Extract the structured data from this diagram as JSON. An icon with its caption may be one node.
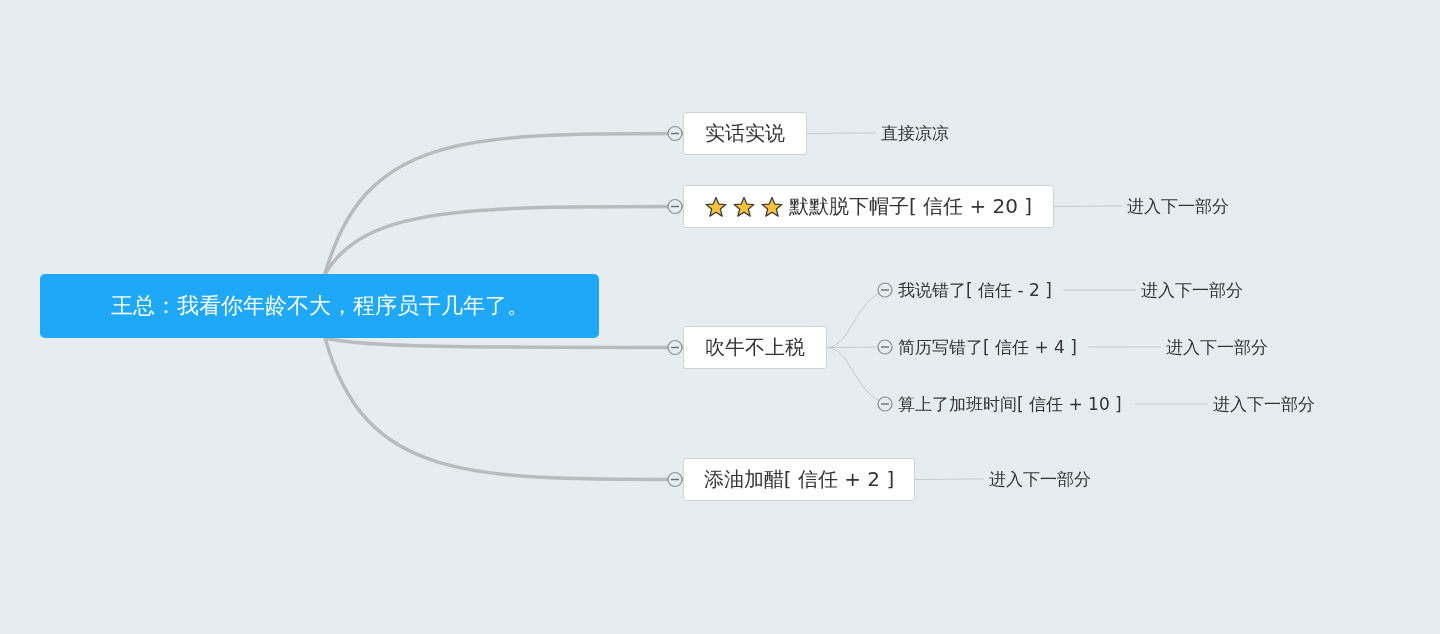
{
  "diagram": {
    "nodes": [
      {
        "text": [
          "王总：我看你年龄不大，程序员干几年了。"
        ]
      },
      {
        "text": [
          "实话实说"
        ]
      },
      {
        "text": [
          "直接凉凉"
        ]
      },
      {
        "text": [
          "默默脱下帽子[ 信任 + 20 ]"
        ]
      },
      {
        "text": [
          "进入下一部分"
        ]
      },
      {
        "text": [
          "吹牛不上税"
        ]
      },
      {
        "text": [
          "我说错了[ 信任 - 2 ]"
        ]
      },
      {
        "text": [
          "进入下一部分"
        ]
      },
      {
        "text": [
          "简历写错了[ 信任 + 4 ]"
        ]
      },
      {
        "text": [
          "进入下一部分"
        ]
      },
      {
        "text": [
          "算上了加班时间[ 信任 + 10 ]"
        ]
      },
      {
        "text": [
          "进入下一部分"
        ]
      },
      {
        "text": [
          "添油加醋[ 信任 + 2 ]"
        ]
      },
      {
        "text": [
          "进入下一部分"
        ]
      }
    ],
    "edges": [
      {
        "from": 0,
        "to": 1,
        "arrow": "none",
        "style": "thick"
      },
      {
        "from": 1,
        "to": 2,
        "arrow": "none"
      },
      {
        "from": 0,
        "to": 3,
        "arrow": "none",
        "style": "thick"
      },
      {
        "from": 3,
        "to": 4,
        "arrow": "none"
      },
      {
        "from": 0,
        "to": 5,
        "arrow": "none",
        "style": "thick"
      },
      {
        "from": 5,
        "to": 6,
        "arrow": "none"
      },
      {
        "from": 6,
        "to": 7,
        "arrow": "none"
      },
      {
        "from": 5,
        "to": 8,
        "arrow": "none"
      },
      {
        "from": 8,
        "to": 9,
        "arrow": "none"
      },
      {
        "from": 5,
        "to": 10,
        "arrow": "none"
      },
      {
        "from": 10,
        "to": 11,
        "arrow": "none"
      },
      {
        "from": 0,
        "to": 12,
        "arrow": "none",
        "style": "thick"
      },
      {
        "from": 12,
        "to": 13,
        "arrow": "none"
      }
    ]
  }
}
